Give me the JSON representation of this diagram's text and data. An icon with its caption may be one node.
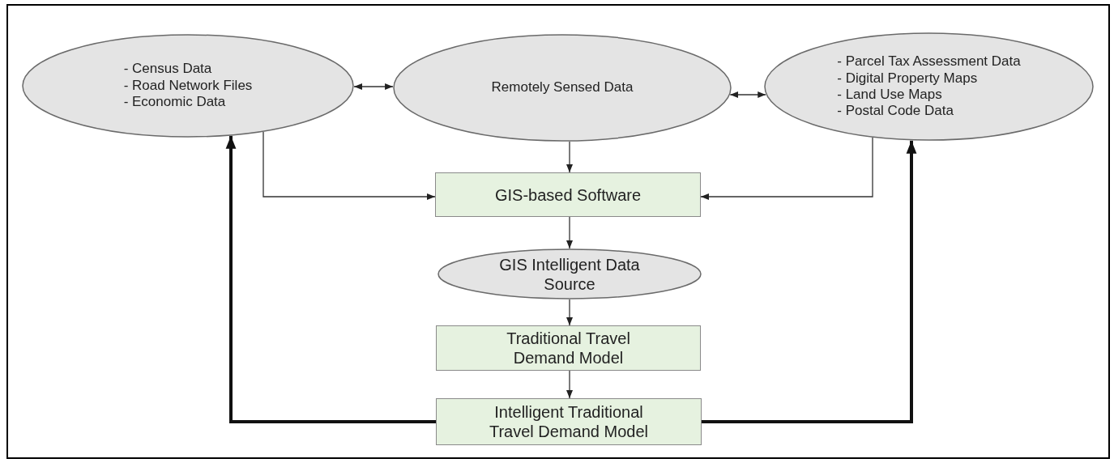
{
  "diagram": {
    "nodes": [
      {
        "text": [
          "- Census Data",
          "- Road Network Files",
          "- Economic Data"
        ]
      },
      {
        "text": [
          "Remotely Sensed Data"
        ]
      },
      {
        "text": [
          "- Parcel Tax Assessment Data",
          "- Digital Property Maps",
          "- Land Use Maps",
          "- Postal Code Data"
        ]
      },
      {
        "text": [
          "GIS-based Software"
        ]
      },
      {
        "text": [
          "GIS Intelligent Data Source"
        ]
      },
      {
        "text": [
          "Traditional Travel Demand Model"
        ]
      },
      {
        "text": [
          "Intelligent Traditional Travel Demand Model"
        ]
      }
    ],
    "edges": [
      {
        "from": 0,
        "to": 1,
        "arrow": "both"
      },
      {
        "from": 1,
        "to": 2,
        "arrow": "both"
      },
      {
        "from": 1,
        "to": 3,
        "arrow": "to"
      },
      {
        "from": 0,
        "to": 3,
        "arrow": "to"
      },
      {
        "from": 2,
        "to": 3,
        "arrow": "to"
      },
      {
        "from": 3,
        "to": 4,
        "arrow": "to"
      },
      {
        "from": 4,
        "to": 5,
        "arrow": "to"
      },
      {
        "from": 5,
        "to": 6,
        "arrow": "to"
      },
      {
        "from": 6,
        "to": 0,
        "arrow": "to",
        "style": "thick"
      },
      {
        "from": 6,
        "to": 2,
        "arrow": "to",
        "style": "thick"
      }
    ]
  }
}
